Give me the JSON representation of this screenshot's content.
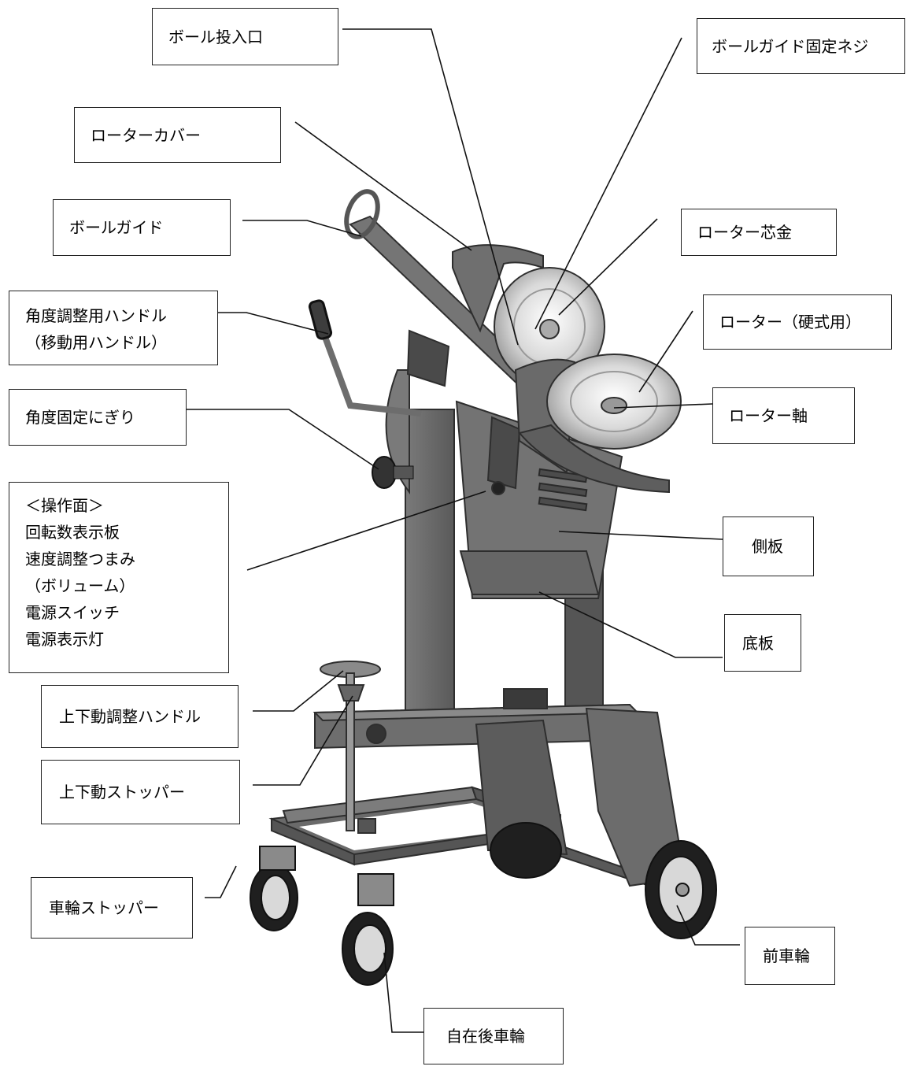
{
  "labels": {
    "ball_inlet": "ボール投入口",
    "ball_guide_screw": "ボールガイド固定ネジ",
    "rotor_cover": "ローターカバー",
    "ball_guide": "ボールガイド",
    "rotor_core": "ローター芯金",
    "angle_handle": [
      "角度調整用ハンドル",
      "（移動用ハンドル）"
    ],
    "rotor": "ローター（硬式用）",
    "angle_knob": "角度固定にぎり",
    "rotor_shaft": "ローター軸",
    "control_panel": [
      "＜操作面＞",
      "回転数表示板",
      "速度調整つまみ",
      "（ボリューム）",
      "電源スイッチ",
      "電源表示灯"
    ],
    "side_plate": "側板",
    "bottom_plate": "底板",
    "lift_handle": "上下動調整ハンドル",
    "lift_stopper": "上下動ストッパー",
    "wheel_stopper": "車輪ストッパー",
    "front_wheel": "前車輪",
    "caster_wheel": "自在後車輪"
  },
  "colors": {
    "machine": "#6f6f6f",
    "machine_dark": "#3d3d3d",
    "metal": "#d7d7d7",
    "line": "#111111"
  }
}
